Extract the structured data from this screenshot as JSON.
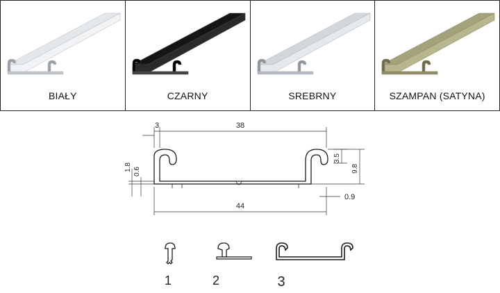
{
  "variants": [
    {
      "label": "BIAŁY",
      "face": "#f1f3f5",
      "top": "#e3e7ea",
      "edge": "#bfc4c9",
      "dark": "#9aa0a6"
    },
    {
      "label": "CZARNY",
      "face": "#2a2a2a",
      "top": "#151515",
      "edge": "#444444",
      "dark": "#000000"
    },
    {
      "label": "SREBRNY",
      "face": "#e6e9ec",
      "top": "#d2d7dc",
      "edge": "#b4bac0",
      "dark": "#8e959c"
    },
    {
      "label": "SZAMPAN (SATYNA)",
      "face": "#b7b68e",
      "top": "#a3a27a",
      "edge": "#8d8c66",
      "dark": "#6c6b4c"
    }
  ],
  "dimensions": {
    "d3": "3",
    "d38": "38",
    "d3_5": "3.5",
    "d9_8": "9.8",
    "d1_8": "1.8",
    "d0_6": "0.6",
    "d44": "44",
    "d0_9": "0.9"
  },
  "parts": [
    {
      "label": "1"
    },
    {
      "label": "2"
    },
    {
      "label": "3"
    }
  ],
  "colors": {
    "line": "#1a1a1a",
    "dim": "#333333"
  }
}
